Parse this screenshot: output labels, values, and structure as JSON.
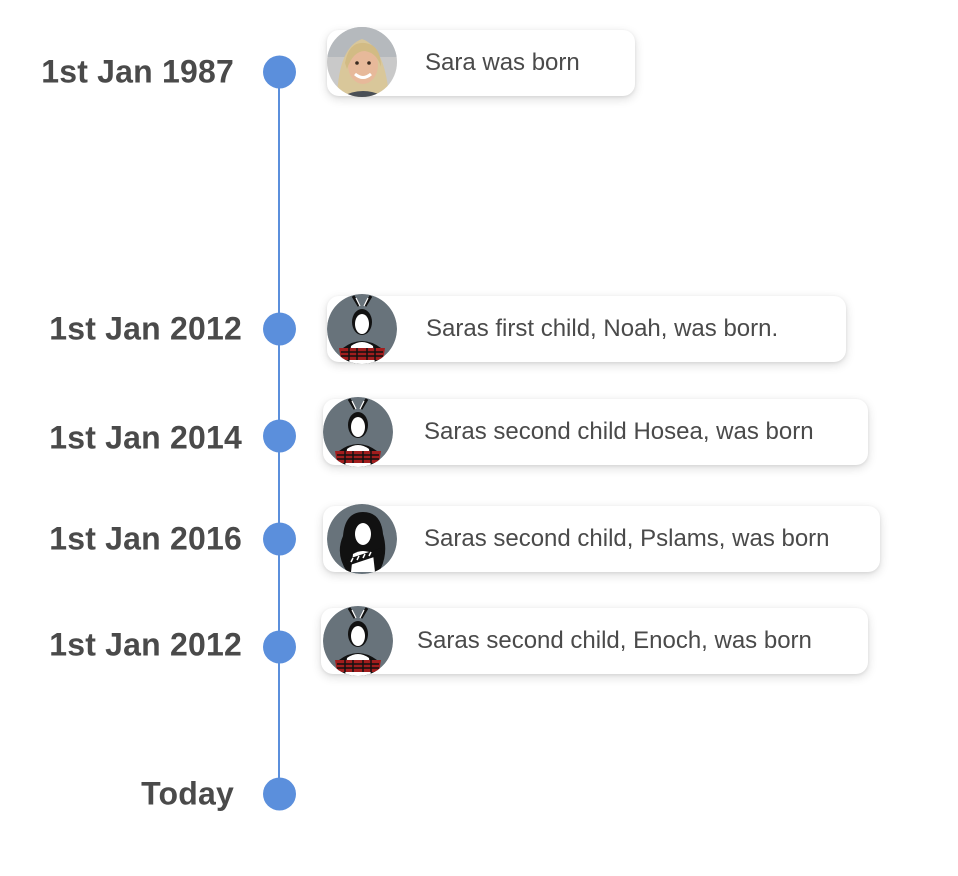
{
  "timeline": {
    "events": [
      {
        "date": "1st Jan 1987",
        "text": "Sara was born",
        "avatar": "photo-woman-blonde"
      },
      {
        "date": "1st Jan 2012",
        "text": "Saras first child, Noah, was born.",
        "avatar": "kakahu-figure-icon"
      },
      {
        "date": "1st Jan 2014",
        "text": "Saras second child Hosea, was born",
        "avatar": "kakahu-figure-icon"
      },
      {
        "date": "1st Jan 2016",
        "text": "Saras second child, Pslams, was born",
        "avatar": "long-hair-figure-icon"
      },
      {
        "date": "1st Jan 2012",
        "text": "Saras second child, Enoch, was born",
        "avatar": "kakahu-figure-icon"
      }
    ],
    "end_label": "Today"
  },
  "colors": {
    "accent": "#5b8fdc",
    "text": "#4a4a4a",
    "avatar_bg": "#68737b",
    "cloak_red": "#a11d1d"
  }
}
